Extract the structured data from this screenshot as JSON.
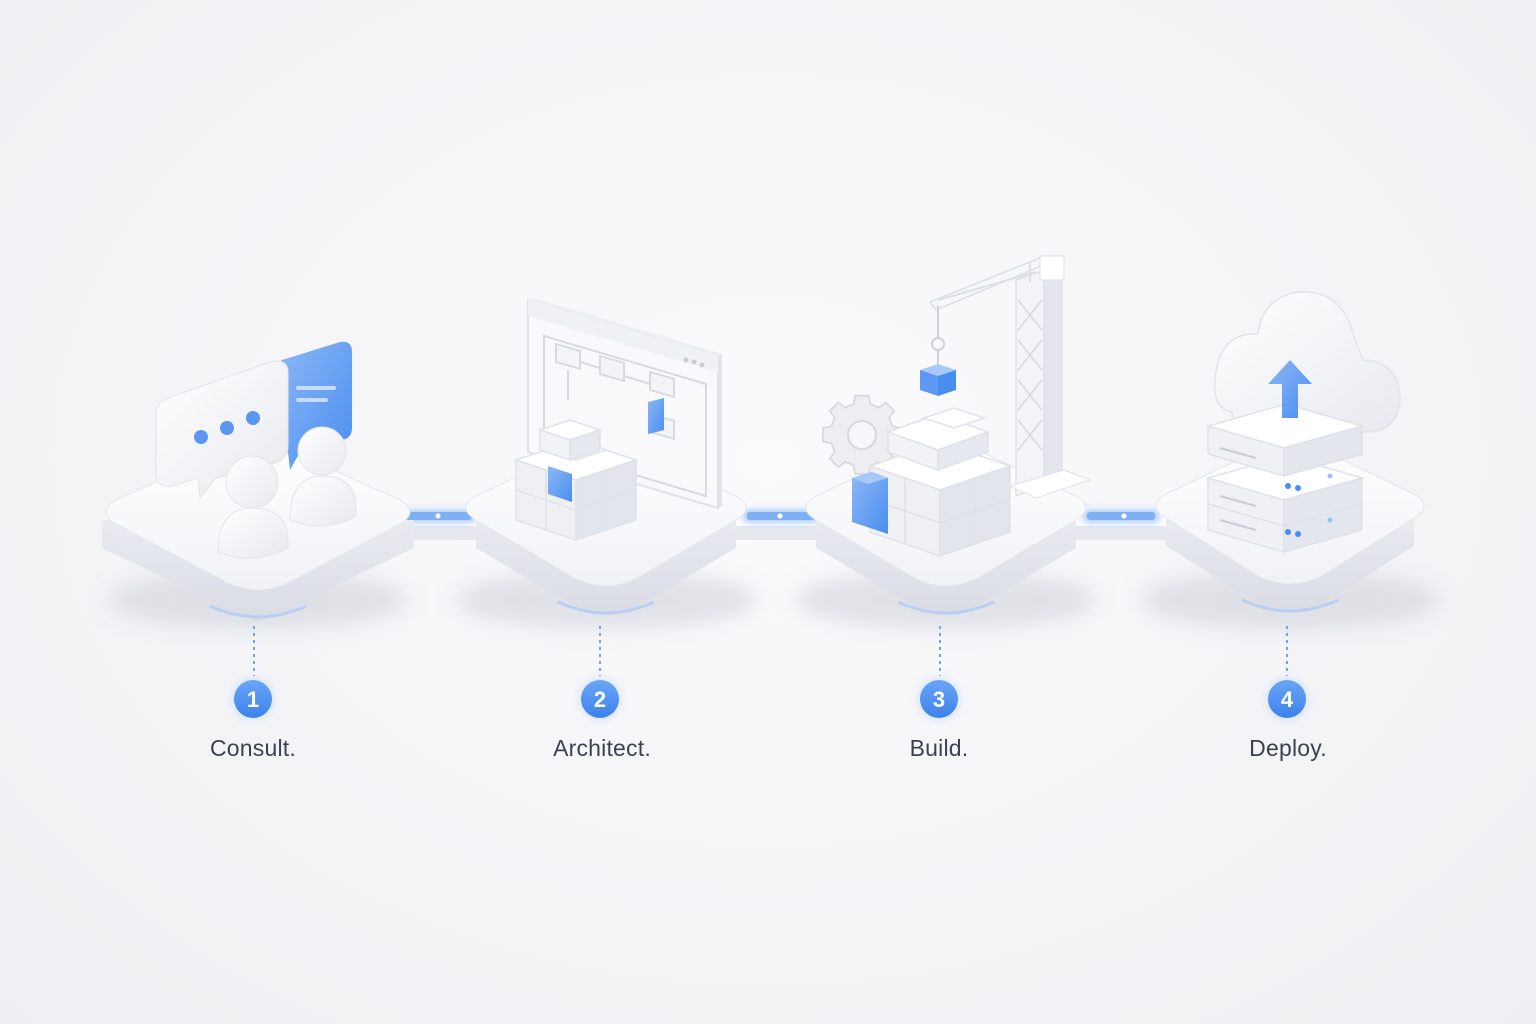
{
  "steps": [
    {
      "number": "1",
      "label": "Consult.",
      "icon": "chat-people-icon"
    },
    {
      "number": "2",
      "label": "Architect.",
      "icon": "blueprint-cubes-icon"
    },
    {
      "number": "3",
      "label": "Build.",
      "icon": "crane-gear-icon"
    },
    {
      "number": "4",
      "label": "Deploy.",
      "icon": "cloud-server-icon"
    }
  ],
  "colors": {
    "accent": "#4a8df0",
    "accent_light": "#9cc2f7",
    "platform": "#ffffff",
    "text": "#3b4250",
    "background": "#f6f6f8"
  }
}
